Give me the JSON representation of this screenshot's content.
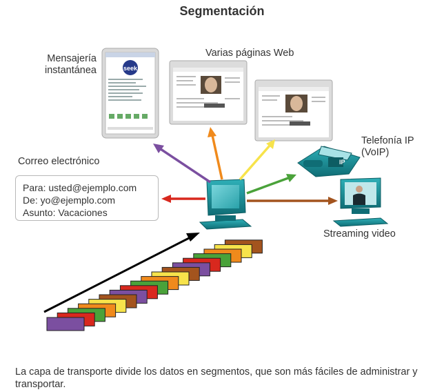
{
  "title": "Segmentación",
  "labels": {
    "instant_messaging": [
      "Mensajería",
      "instantánea"
    ],
    "web_pages": "Varias páginas Web",
    "ip_telephony": [
      "Telefonía IP",
      "(VoIP)"
    ],
    "email": "Correo electrónico",
    "streaming_video": "Streaming video"
  },
  "email_message": {
    "to": "Para: usted@ejemplo.com",
    "from": "De: yo@ejemplo.com",
    "subject": "Asunto: Vacaciones"
  },
  "im_window": {
    "brand": "seek"
  },
  "screen_text": {
    "phone_badge": "IP"
  },
  "caption": "La capa de transporte divide los datos en segmentos, que son más fáciles de administrar y transportar.",
  "colors": {
    "arrow_im": "#7b4fa0",
    "arrow_web1": "#f08a1c",
    "arrow_web2": "#f7e34b",
    "arrow_phone": "#4aa23a",
    "arrow_email": "#d8281e",
    "arrow_video": "#a3541e",
    "device_teal": "#17868f",
    "segments": [
      "#7b4fa0",
      "#d8281e",
      "#4aa23a",
      "#f08a1c",
      "#f7e34b",
      "#a3541e"
    ]
  }
}
